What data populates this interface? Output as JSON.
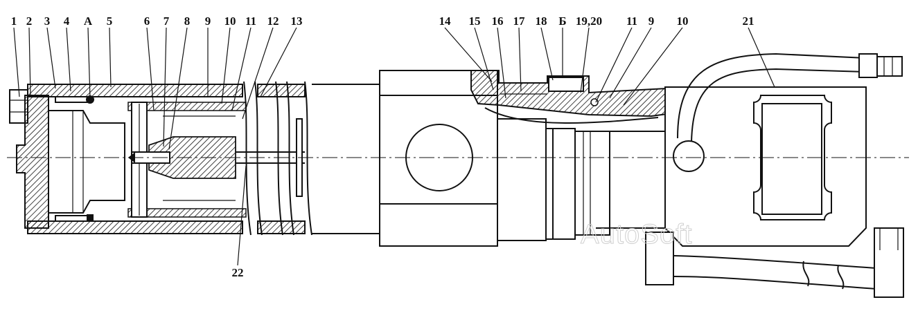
{
  "labels_top": [
    "1",
    "2",
    "3",
    "4",
    "А",
    "5",
    "6",
    "7",
    "8",
    "9",
    "10",
    "11",
    "12",
    "13",
    "14",
    "15",
    "16",
    "17",
    "18",
    "Б",
    "19,20",
    "11",
    "9",
    "10",
    "21"
  ],
  "labels_bottom": [
    "22"
  ],
  "watermark": "AutoSoft"
}
